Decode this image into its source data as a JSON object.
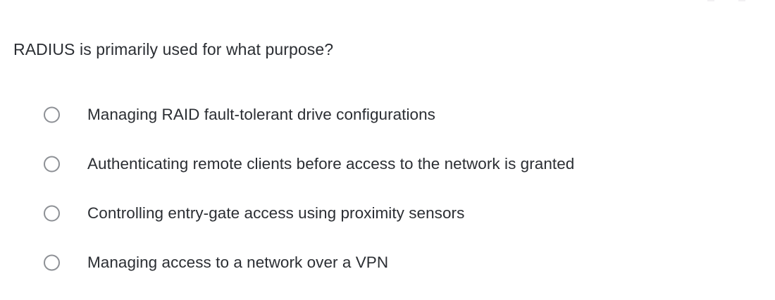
{
  "question": {
    "text": "RADIUS is primarily used for what purpose?"
  },
  "options": [
    {
      "id": "option-a",
      "label": "Managing RAID fault-tolerant drive configurations",
      "selected": false
    },
    {
      "id": "option-b",
      "label": "Authenticating remote clients before access to the network is granted",
      "selected": false
    },
    {
      "id": "option-c",
      "label": "Controlling entry-gate access using proximity sensors",
      "selected": false
    },
    {
      "id": "option-d",
      "label": "Managing access to a network over a VPN",
      "selected": false
    }
  ],
  "colors": {
    "background": "#ffffff",
    "text": "#2b2e33",
    "radio_border": "#8d9095"
  }
}
